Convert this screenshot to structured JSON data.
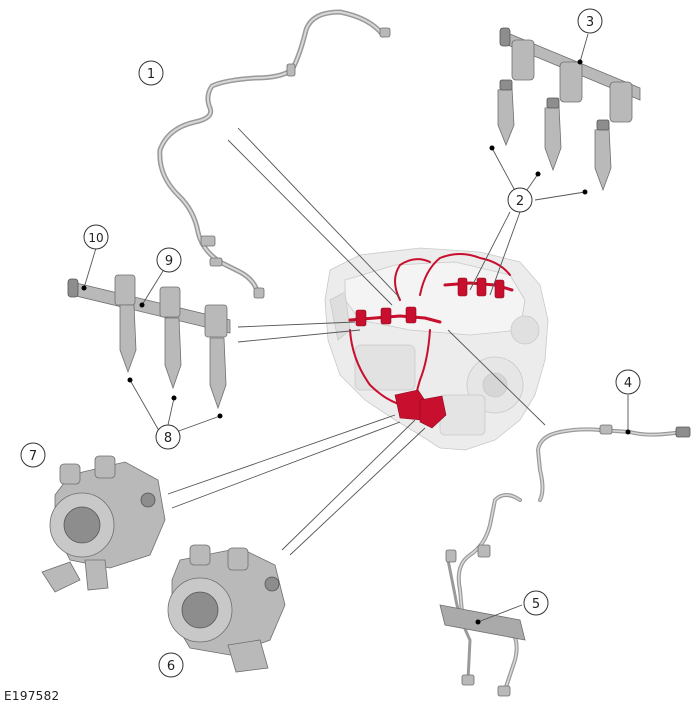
{
  "figure": {
    "id": "E197582",
    "callouts": [
      "1",
      "2",
      "3",
      "4",
      "5",
      "6",
      "7",
      "8",
      "9",
      "10"
    ]
  },
  "colors": {
    "fuel_system_highlight": "#c8102e",
    "component_metal": "#b9b9b9",
    "engine_body": "#ececec"
  },
  "icons": {
    "engine": "engine-block-illustration",
    "fuel_pump": "high-pressure-fuel-pump-illustration",
    "fuel_rail": "fuel-rail-injector-illustration",
    "fuel_line": "fuel-pipe-illustration"
  }
}
